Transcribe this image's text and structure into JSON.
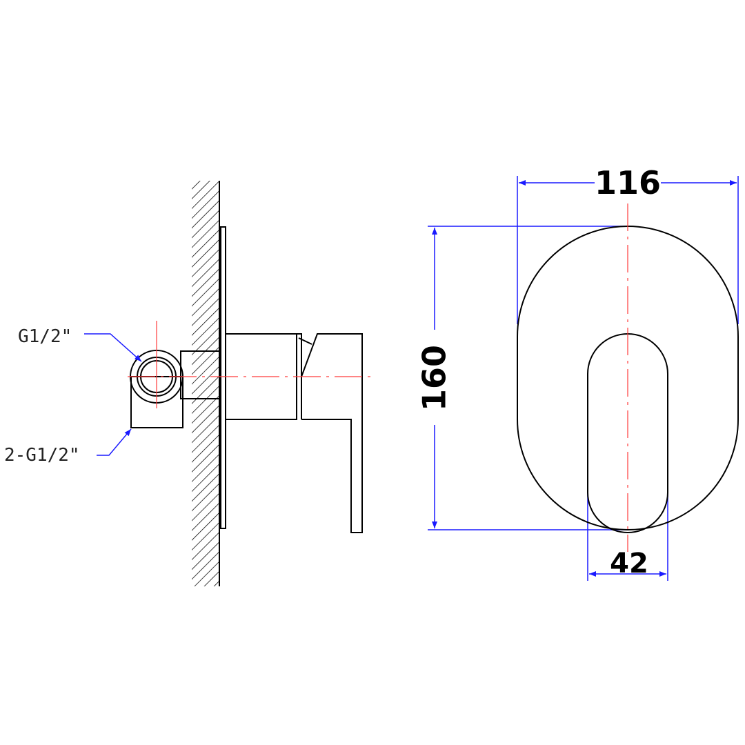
{
  "side_view": {
    "inlet_label": "G1/2\"",
    "outlet_label": "2-G1/2\""
  },
  "front_view": {
    "width_dim": "116",
    "height_dim": "160",
    "handle_width_dim": "42"
  },
  "colors": {
    "outline": "#000000",
    "dimension": "#1a1aff",
    "centerline": "#ff3b3b"
  }
}
